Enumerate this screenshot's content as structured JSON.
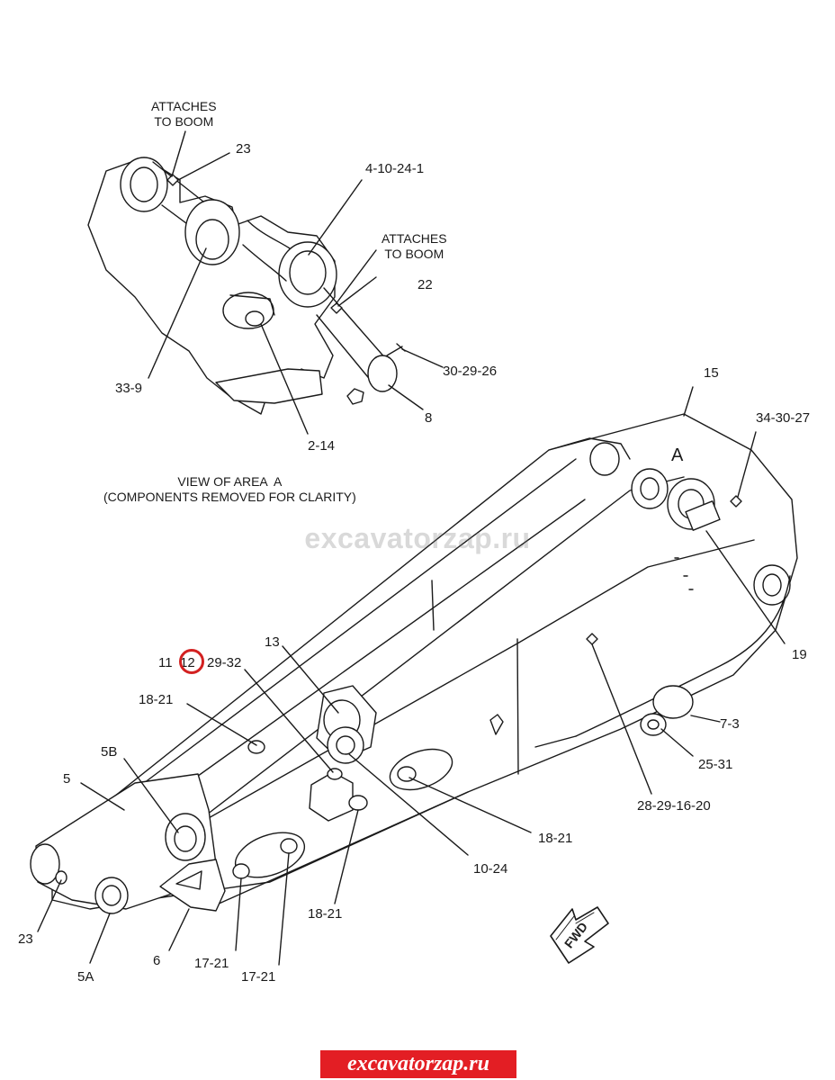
{
  "diagram": {
    "notes": {
      "attaches_boom_top": "ATTACHES\nTO BOOM",
      "attaches_boom_right": "ATTACHES\nTO BOOM",
      "view_caption": "VIEW OF AREA  A\n(COMPONENTS REMOVED FOR CLARITY)",
      "area_marker": "A",
      "fwd": "FWD"
    },
    "labels": {
      "l_23_top": "23",
      "l_4_10_24_1": "4-10-24-1",
      "l_22": "22",
      "l_30_29_26": "30-29-26",
      "l_33_9": "33-9",
      "l_8": "8",
      "l_2_14": "2-14",
      "l_15": "15",
      "l_34_30_27": "34-30-27",
      "l_19": "19",
      "l_11": "11",
      "l_12": "12",
      "l_29_32": "29-32",
      "l_13": "13",
      "l_18_21_a": "18-21",
      "l_5B": "5B",
      "l_5": "5",
      "l_7_3": "7-3",
      "l_25_31": "25-31",
      "l_28_29_16_20": "28-29-16-20",
      "l_18_21_b": "18-21",
      "l_10_24": "10-24",
      "l_18_21_c": "18-21",
      "l_23_bottom": "23",
      "l_5A": "5A",
      "l_6": "6",
      "l_17_21_a": "17-21",
      "l_17_21_b": "17-21"
    },
    "highlight_color": "#d32121"
  },
  "watermark": "excavatorzap.ru",
  "footer": {
    "banner_text": "excavatorzap.ru",
    "banner_color": "#e31e24"
  }
}
